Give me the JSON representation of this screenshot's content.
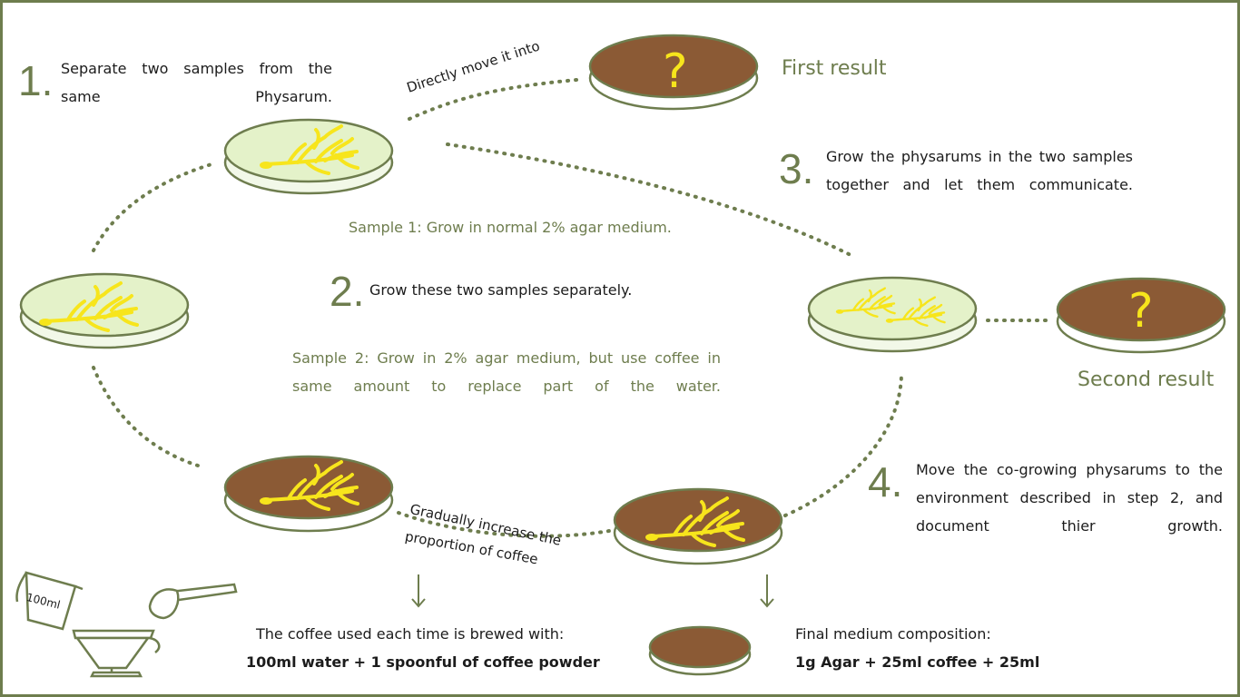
{
  "steps": {
    "step1": {
      "number": "1.",
      "text": "Separate two samples from the same Physarum."
    },
    "step2": {
      "number": "2.",
      "text": "Grow these two samples separately."
    },
    "step3": {
      "number": "3.",
      "text": "Grow the physarums in the two samples together and let them communicate."
    },
    "step4": {
      "number": "4.",
      "text": "Move the co-growing physarums to the environment described in step 2, and document thier growth."
    }
  },
  "samples": {
    "sample1": "Sample 1: Grow in normal 2% agar medium.",
    "sample2": "Sample 2: Grow in 2% agar medium, but use coffee in same amount to replace part of the water."
  },
  "results": {
    "first": "First result",
    "second": "Second result",
    "unknown_mark": "?"
  },
  "curved_labels": {
    "direct_move": "Directly move it into",
    "gradual_line1": "Gradually increase the",
    "gradual_line2": "proportion of coffee"
  },
  "notes": {
    "coffee_brew_intro": "The coffee used each time is brewed with:",
    "coffee_brew_recipe": "100ml water + 1 spoonful of coffee powder",
    "final_medium_intro": "Final medium composition:",
    "final_medium_recipe": "1g Agar + 25ml coffee + 25ml",
    "cup_label": "100ml"
  },
  "colors": {
    "accent_green": "#6e7d4e",
    "agar_light": "#eef7dc",
    "coffee_brown": "#8b5a35",
    "physarum_yellow": "#f7e51c"
  }
}
